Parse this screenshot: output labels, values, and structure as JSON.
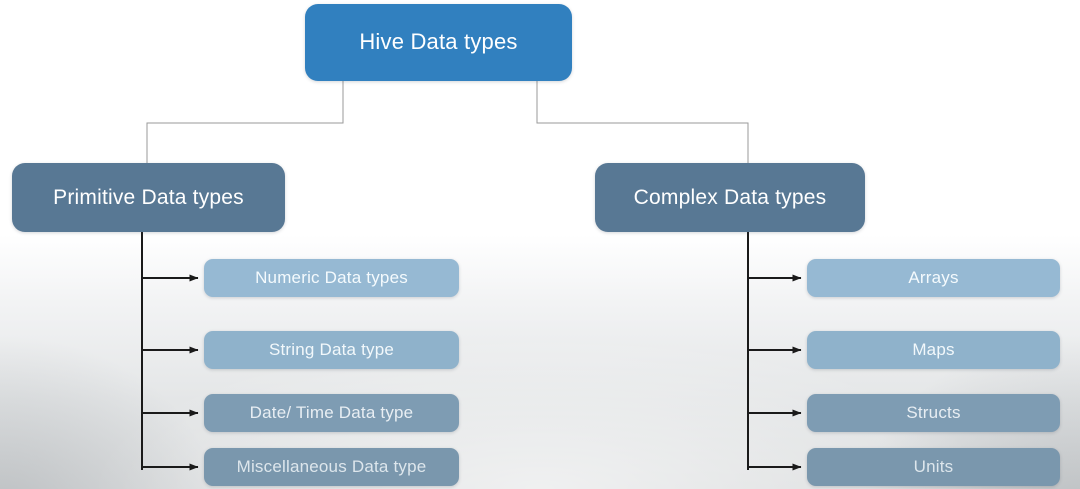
{
  "diagram": {
    "type": "hierarchy-tree",
    "title": "Hive Data types",
    "root": {
      "label": "Hive Data types",
      "color": "#3180bf"
    },
    "branches": [
      {
        "label": "Primitive Data types",
        "color": "#587894",
        "children": [
          {
            "label": "Numeric Data types",
            "color": "#96b9d3"
          },
          {
            "label": "String Data type",
            "color": "#8fb2cb"
          },
          {
            "label": "Date/ Time Data type",
            "color": "#7e9cb3"
          },
          {
            "label": "Miscellaneous Data type",
            "color": "#7a97ad"
          }
        ]
      },
      {
        "label": "Complex Data types",
        "color": "#587894",
        "children": [
          {
            "label": "Arrays",
            "color": "#96b9d3"
          },
          {
            "label": "Maps",
            "color": "#8fb2cb"
          },
          {
            "label": "Structs",
            "color": "#7e9cb3"
          },
          {
            "label": "Units",
            "color": "#7a97ad"
          }
        ]
      }
    ],
    "connector_colors": {
      "top_level": "#9a9a9a",
      "arrows": "#1a1a1a"
    }
  }
}
